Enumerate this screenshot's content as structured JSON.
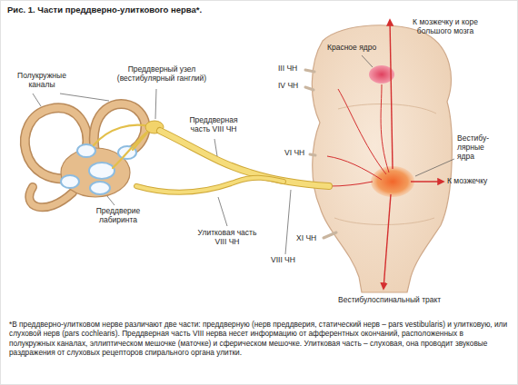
{
  "diagram": {
    "title": "Рис. 1. Части преддверно-улиткового нерва*.",
    "caption": "*В преддверно-улитковом нерве различают две части: преддверную (нерв преддверия, статический нерв – pars vestibularis) и улитковую, или слуховой нерв (pars cochlearis). Преддверная часть VIII нерва несет информацию от афферентных окончаний, расположенных в полукружных каналах, эллиптическом мешочке (маточке) и сферическом мешочке. Улитковая часть – слуховая, она проводит звуковые раздражения от слуховых рецепторов спирального органа улитки.",
    "labels": [
      "К мозжечку и коре большого мозга",
      "Красное ядро",
      "III ЧН",
      "IV ЧН",
      "Преддверный узел (вестибулярный ганглий)",
      "Полукружные каналы",
      "Преддверная часть VIII ЧН",
      "Вестибу- лярные ядра",
      "VI ЧН",
      "К мозжечку",
      "Преддверие лабиринта",
      "XI ЧН",
      "Улитковая часть VIII ЧН",
      "VIII ЧН",
      "Вестибулоспинальный тракт"
    ]
  }
}
